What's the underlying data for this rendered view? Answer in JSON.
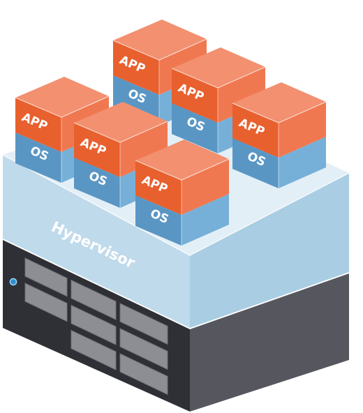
{
  "layers": {
    "hypervisor_label": "Hypervisor"
  },
  "vm_labels": {
    "app": "APP",
    "os": "OS"
  },
  "vm_count": 6,
  "colors": {
    "app_front": "#e8602e",
    "app_side": "#f07850",
    "app_top": "#f29070",
    "os_front": "#5a96c4",
    "os_side": "#76b0d8",
    "hypervisor_front": "#bcd9ea",
    "hypervisor_side": "#a6cbe2",
    "hypervisor_top": "#e1eef6",
    "server_front": "#2f3035",
    "server_side": "#56575e",
    "drive_bay": "#8c8e93",
    "power_led": "#2f8fd0"
  }
}
